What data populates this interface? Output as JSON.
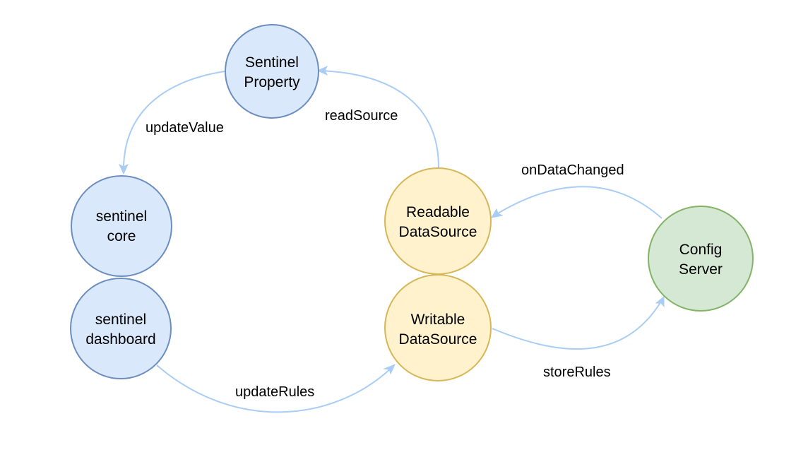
{
  "colors": {
    "blue_fill": "#dae8fc",
    "blue_stroke": "#6c8ebf",
    "yellow_fill": "#fff2cc",
    "yellow_stroke": "#d6b656",
    "green_fill": "#d5e8d4",
    "green_stroke": "#82b366",
    "edge": "#a9cdf5"
  },
  "nodes": {
    "sentinel_property": {
      "line1": "Sentinel",
      "line2": "Property"
    },
    "sentinel_core": {
      "line1": "sentinel",
      "line2": "core"
    },
    "sentinel_dashboard": {
      "line1": "sentinel",
      "line2": "dashboard"
    },
    "readable_datasource": {
      "line1": "Readable",
      "line2": "DataSource"
    },
    "writable_datasource": {
      "line1": "Writable",
      "line2": "DataSource"
    },
    "config_server": {
      "line1": "Config",
      "line2": "Server"
    }
  },
  "edges": {
    "update_value": "updateValue",
    "read_source": "readSource",
    "on_data_changed": "onDataChanged",
    "update_rules": "updateRules",
    "store_rules": "storeRules"
  }
}
